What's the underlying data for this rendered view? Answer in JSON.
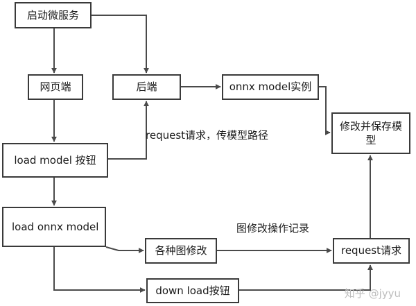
{
  "diagram": {
    "nodes": {
      "start": "启动微服务",
      "web": "网页端",
      "backend": "后端",
      "onnx_instance": "onnx model实例",
      "modify_save": "修改并保存模型",
      "load_button": "load model 按钮",
      "load_onnx": "load onnx model",
      "graph_edits": "各种图修改",
      "request_node": "request请求",
      "download_button": "down load按钮"
    },
    "edge_labels": {
      "request_path": "request请求，传模型路径",
      "edit_record": "图修改操作记录"
    },
    "edges": [
      [
        "start",
        "web"
      ],
      [
        "start",
        "backend"
      ],
      [
        "backend",
        "onnx_instance"
      ],
      [
        "onnx_instance",
        "modify_save"
      ],
      [
        "web",
        "load_button"
      ],
      [
        "load_button",
        "backend"
      ],
      [
        "load_button",
        "load_onnx"
      ],
      [
        "load_onnx",
        "graph_edits"
      ],
      [
        "load_onnx",
        "download_button"
      ],
      [
        "graph_edits",
        "request_node"
      ],
      [
        "download_button",
        "request_node"
      ],
      [
        "request_node",
        "modify_save"
      ]
    ]
  },
  "watermark": "知乎 @jyyu"
}
